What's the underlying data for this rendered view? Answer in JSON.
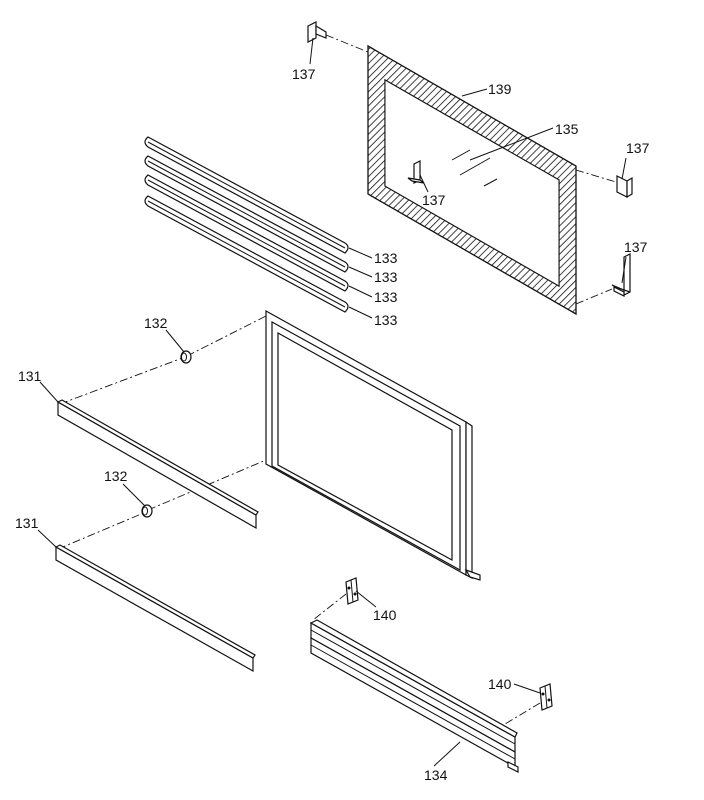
{
  "diagram": {
    "type": "exploded-parts-view",
    "callouts": {
      "c137_top": "137",
      "c137_inner": "137",
      "c137_right_top": "137",
      "c137_right_bottom": "137",
      "c139": "139",
      "c135": "135",
      "c133_a": "133",
      "c133_b": "133",
      "c133_c": "133",
      "c133_d": "133",
      "c132_top": "132",
      "c132_bottom": "132",
      "c131_top": "131",
      "c131_bottom": "131",
      "c140_left": "140",
      "c140_right": "140",
      "c134": "134"
    }
  }
}
